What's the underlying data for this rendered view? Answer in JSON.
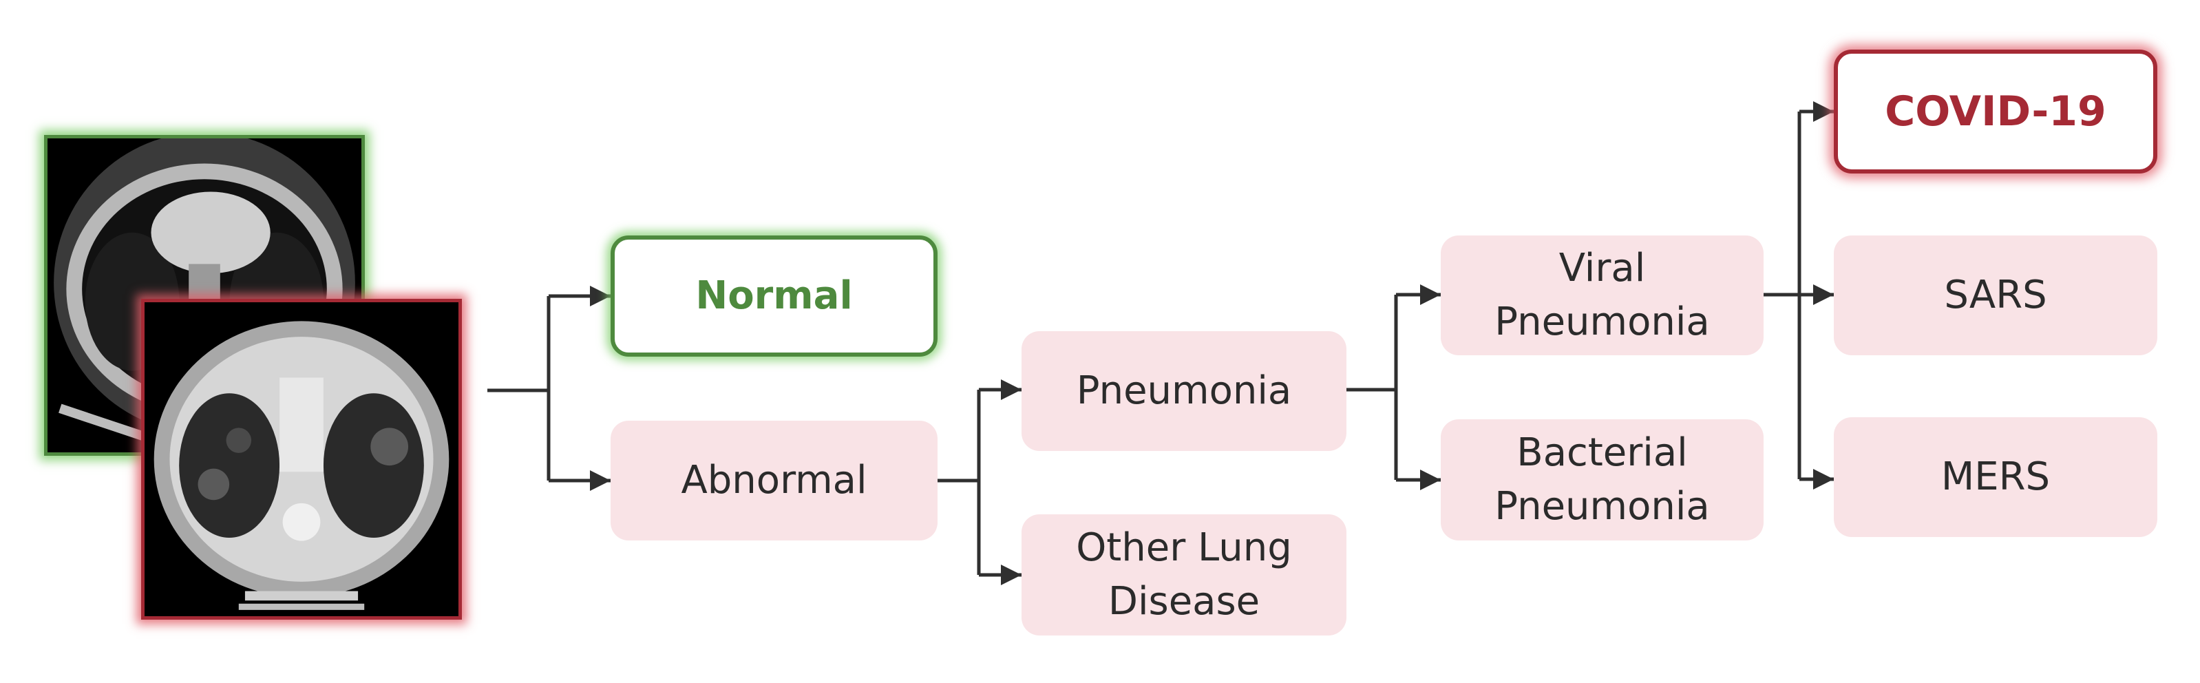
{
  "images": {
    "normal_scan": "normal-ct-scan",
    "abnormal_scan": "abnormal-ct-scan"
  },
  "nodes": {
    "normal": "Normal",
    "abnormal": "Abnormal",
    "pneumonia": "Pneumonia",
    "other_lung_disease": "Other Lung\nDisease",
    "viral_pneumonia": "Viral\nPneumonia",
    "bacterial_pneumonia": "Bacterial\nPneumonia",
    "covid19": "COVID-19",
    "sars": "SARS",
    "mers": "MERS"
  },
  "colors": {
    "normal_accent": "#4e8a3e",
    "covid_accent": "#a52a35",
    "node_fill": "#f9e3e6",
    "connector": "#2f2f2f"
  }
}
